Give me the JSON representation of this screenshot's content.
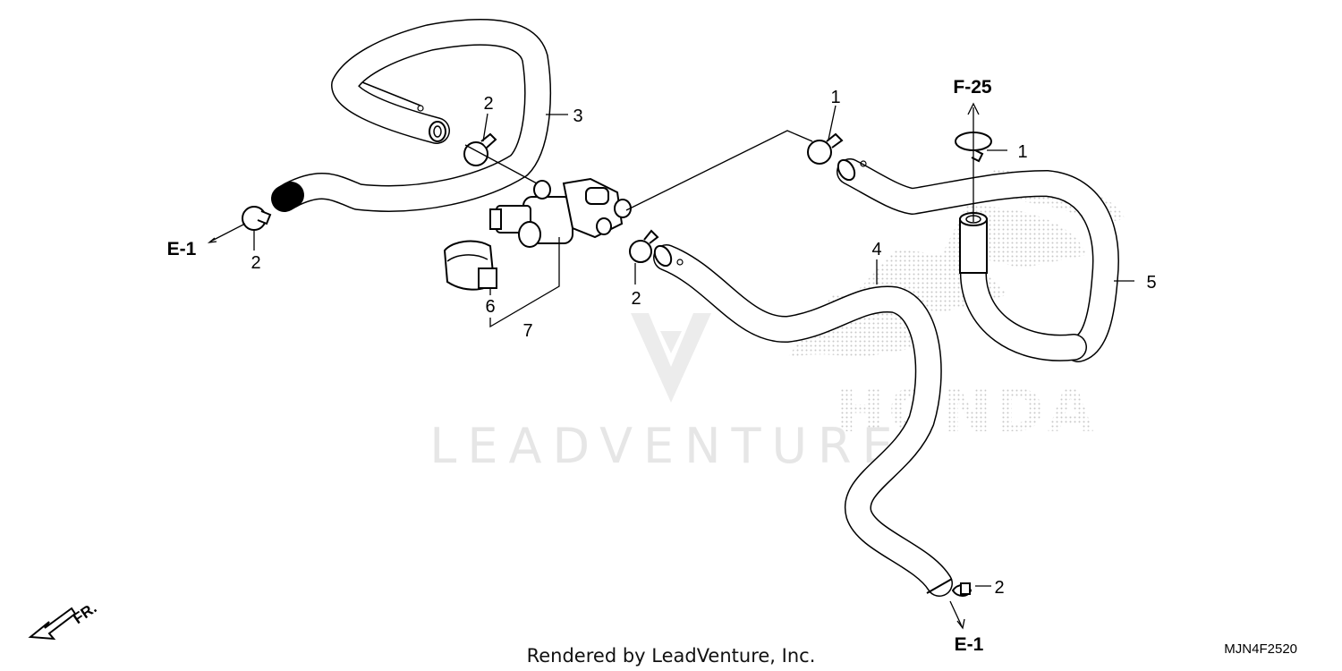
{
  "diagram": {
    "callouts": {
      "c1_top": "1",
      "c1_right": "1",
      "c2_a": "2",
      "c2_left": "2",
      "c2_mid": "2",
      "c2_bottom": "2",
      "c3": "3",
      "c4": "4",
      "c5": "5",
      "c6": "6",
      "c7": "7"
    },
    "refs": {
      "f25": "F-25",
      "e1_left": "E-1",
      "e1_bottom": "E-1"
    },
    "front_marker": "FR.",
    "watermark_text": "LEADVENTURE",
    "watermark_brand": "HONDA",
    "credit": "Rendered by LeadVenture, Inc.",
    "diagram_code": "MJN4F2520"
  }
}
